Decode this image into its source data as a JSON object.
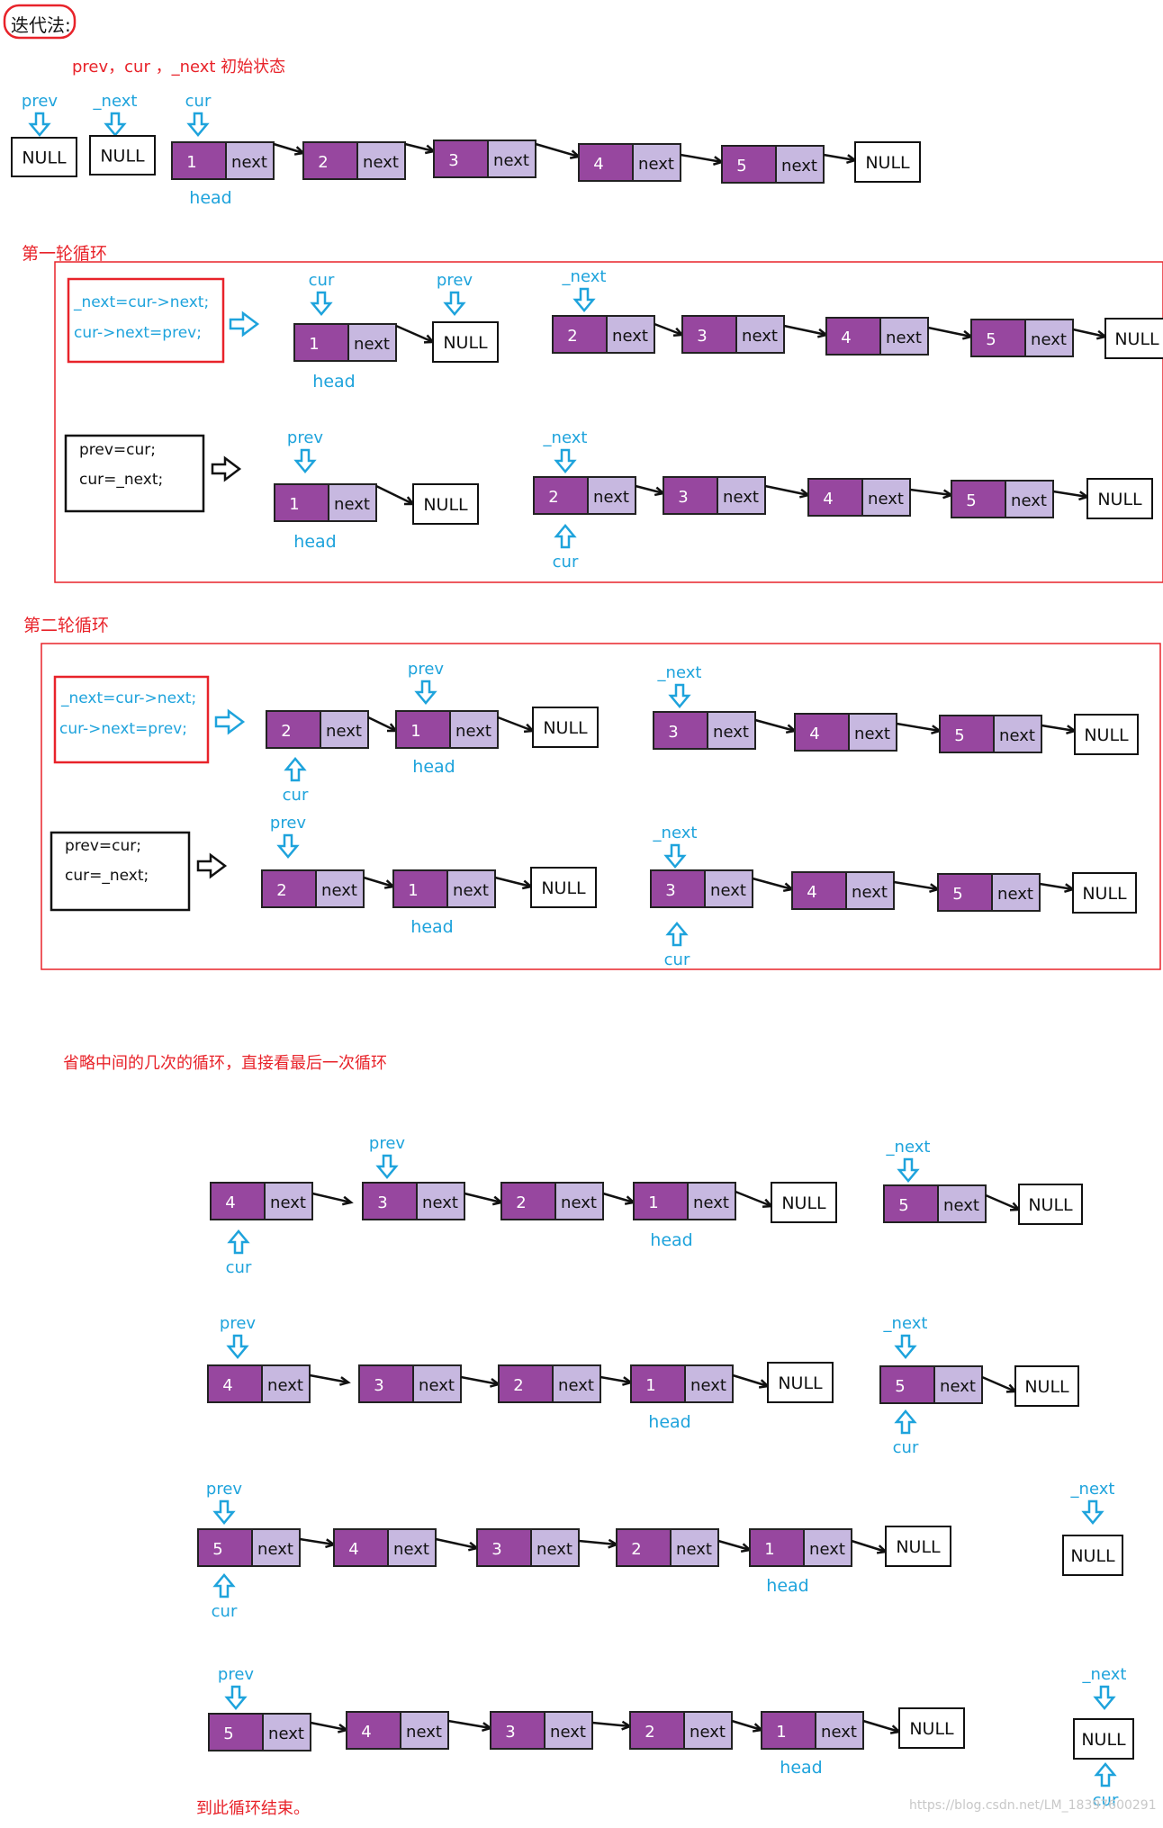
{
  "colors": {
    "node_dark": "#97479f",
    "node_light": "#c7b8e0",
    "label_blue": "#1ea3dc",
    "red": "#e8232a",
    "black": "#111111"
  },
  "texts": {
    "title": "迭代法:",
    "init_caption": "prev，cur ，_next  初始状态",
    "round1_title": "第一轮循环",
    "round2_title": "第二轮循环",
    "skip_caption": "省略中间的几次的循环，直接看最后一次循环",
    "end_caption": "到此循环结束。",
    "watermark": "https://blog.csdn.net/LM_18397600291",
    "code_a1": "_next=cur->next;",
    "code_a2": "cur->next=prev;",
    "code_b1": "prev=cur;",
    "code_b2": "cur=_next;"
  },
  "labels": {
    "prev": "prev",
    "cur": "cur",
    "next_ptr": "_next",
    "head": "head",
    "null_text": "NULL",
    "next_field": "next"
  }
}
